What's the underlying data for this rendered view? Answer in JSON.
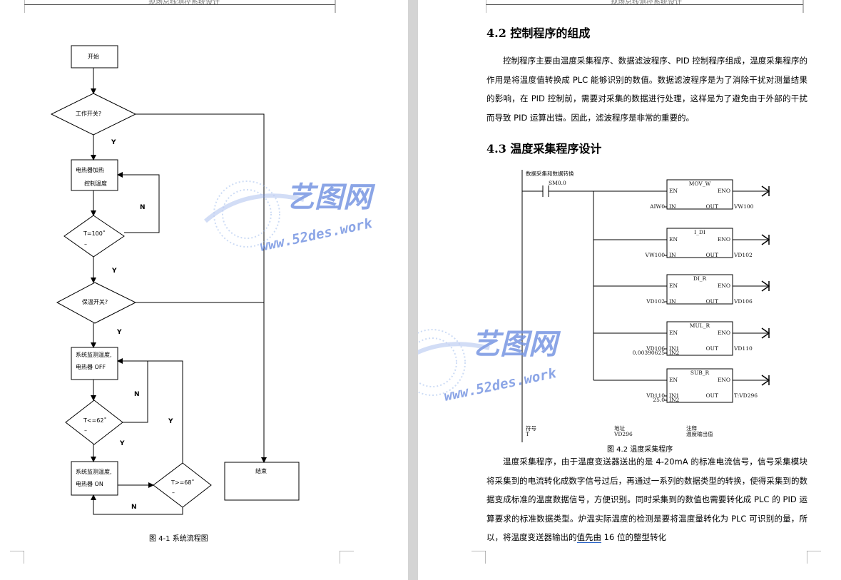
{
  "header": {
    "title": "现场总线测控系统设计"
  },
  "watermark": {
    "brand": "艺图网",
    "url": "www.52des.work"
  },
  "flowchart": {
    "start": "开始",
    "q_work_switch": "工作开关?",
    "heat_line1": "电热器加热",
    "heat_line2": "控制温度",
    "q_t100": "T=100˚",
    "q_t100_sub": "–",
    "q_hold_switch": "保温开关?",
    "detect_off_line1": "系统监测温度,",
    "detect_off_line2": "电热器 OFF",
    "q_t62": "T<=62˚",
    "q_t62_sub": "–",
    "detect_on_line1": "系统监测温度,",
    "detect_on_line2": "电热器 ON",
    "q_t68": "T>=68˚",
    "q_t68_sub": "–",
    "end": "结束",
    "yes": "Y",
    "no": "N"
  },
  "left_caption": "图  4-1  系统流程图",
  "section_4_2": {
    "heading": "4.2  控制程序的组成",
    "paragraph": "控制程序主要由温度采集程序、数据滤波程序、PID 控制程序组成，温度采集程序的作用是将温度值转换成 PLC 能够识别的数值。数据滤波程序是为了消除干扰对测量结果的影响，在 PID 控制前，需要对采集的数据进行处理，这样是为了避免由于外部的干扰而导致 PID 运算出错。因此，滤波程序是非常的重要的。"
  },
  "section_4_3": {
    "heading": "4.3  温度采集程序设计"
  },
  "ladder": {
    "network_title": "数据采集和数据转换",
    "contact": "SM0.0",
    "en": "EN",
    "eno": "ENO",
    "blocks": [
      {
        "name": "MOV_W",
        "in_label": "IN",
        "in_value": "AIW0",
        "out_label": "OUT",
        "out_value": "VW100"
      },
      {
        "name": "I_DI",
        "in_label": "IN",
        "in_value": "VW100",
        "out_label": "OUT",
        "out_value": "VD102"
      },
      {
        "name": "DI_R",
        "in_label": "IN",
        "in_value": "VD102",
        "out_label": "OUT",
        "out_value": "VD106"
      },
      {
        "name": "MUL_R",
        "in_label": "IN1",
        "in_value": "VD106",
        "in2_label": "IN2",
        "in2_value": "0.00390625",
        "out_label": "OUT",
        "out_value": "VD110"
      },
      {
        "name": "SUB_R",
        "in_label": "IN1",
        "in_value": "VD110",
        "in2_label": "IN2",
        "in2_value": "25.0",
        "out_label": "OUT",
        "out_value": "T:VD296"
      }
    ],
    "symbol_header": "符号",
    "symbol_value": "T",
    "address_header": "地址",
    "address_value": "VD296",
    "comment_header": "注释",
    "comment_value": "温度输出值"
  },
  "right_caption": "图  4.2  温度采集程序",
  "paragraph_2": {
    "text": "温度采集程序，由于温度变送器送出的是 4-20mA 的标准电流信号，信号采集模块将采集到的电流转化成数字信号过后，再通过一系列的数据类型的转换，使得采集到的数据变成标准的温度数据信号，方便识别。同时采集到的数值也需要转化成 PLC 的 PID 运算要求的标准数据类型。炉温实际温度的检测是要将温度量转化为 PLC 可识别的量，所以，将温度变送器输出的",
    "link_text": "值先由",
    "tail": " 16 位的整型转化"
  }
}
